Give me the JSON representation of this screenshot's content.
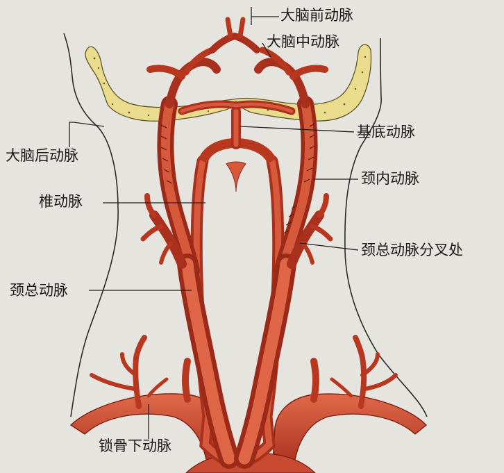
{
  "labels": {
    "anterior_cerebral": "大脑前动脉",
    "middle_cerebral": "大脑中动脉",
    "posterior_cerebral": "大脑后动脉",
    "basilar": "基底动脉",
    "internal_carotid": "颈内动脉",
    "vertebral": "椎动脉",
    "carotid_bifurcation": "颈总动脉分叉处",
    "common_carotid": "颈总动脉",
    "subclavian": "锁骨下动脉"
  },
  "colors": {
    "background": "#e6e4df",
    "artery": "#c8402c",
    "artery_dark": "#8e2416",
    "artery_light": "#e88566",
    "bone": "#e9dc8d",
    "outline": "#2a2a2a",
    "leader": "#222222"
  }
}
